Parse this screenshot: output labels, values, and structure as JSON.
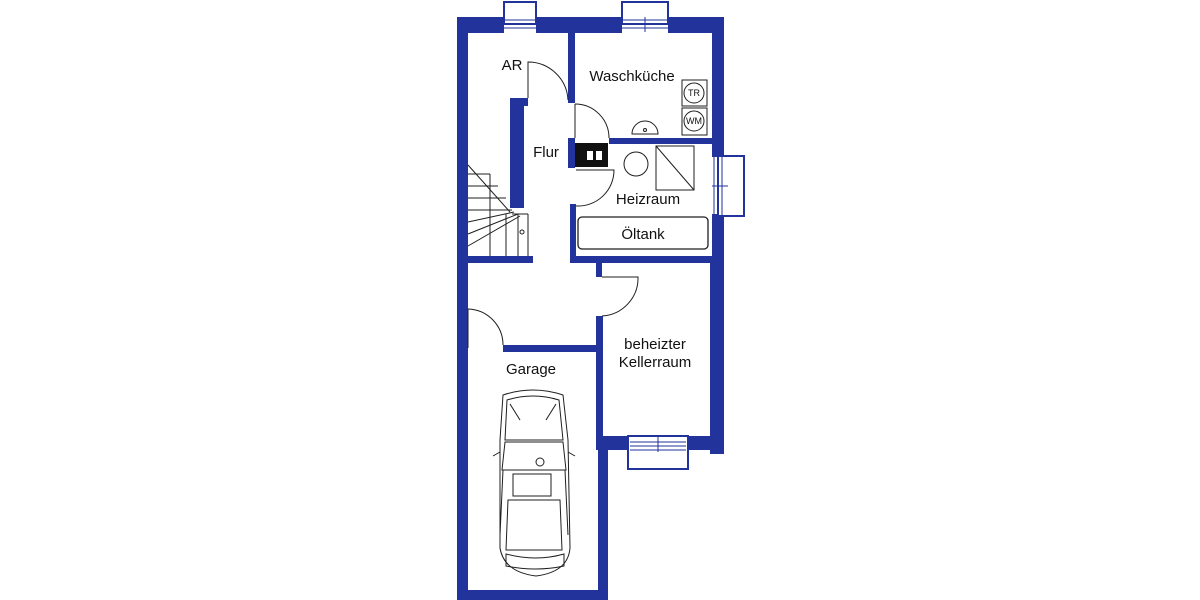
{
  "colors": {
    "wall": "#22339c",
    "line": "#1f1f1f",
    "background": "#ffffff",
    "chimney": "#111111"
  },
  "rooms": {
    "ar": "AR",
    "waschkueche": "Waschküche",
    "flur": "Flur",
    "heizraum": "Heizraum",
    "oeltank": "Öltank",
    "keller_line1": "beheizter",
    "keller_line2": "Kellerraum",
    "garage": "Garage"
  },
  "fixtures": {
    "dryer": "TR",
    "washing_machine": "WM"
  },
  "icons": [
    "staircase-icon",
    "car-icon",
    "sink-icon",
    "boiler-icon",
    "chimney-icon",
    "window-icon",
    "door-swing-icon"
  ]
}
